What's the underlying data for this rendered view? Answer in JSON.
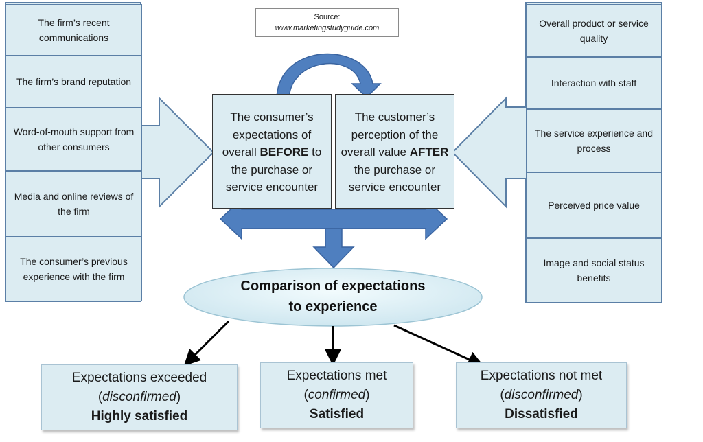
{
  "source": {
    "line1": "Source:",
    "line2": "www.marketingstudyguide.com"
  },
  "left_factors": [
    "The firm’s recent communications",
    "The firm’s brand reputation",
    "Word-of-mouth  support from other consumers",
    "Media and online reviews of the firm",
    "The consumer’s previous experience with the firm"
  ],
  "right_factors": [
    "Overall product or service quality",
    "Interaction with staff",
    "The service experience and process",
    "Perceived price value",
    "Image and social status benefits"
  ],
  "before_box": {
    "pre": "The consumer’s expectations of overall",
    "emphasis": "BEFORE",
    "post": "to the purchase or service encounter"
  },
  "after_box": {
    "pre": "The customer’s perception of the overall value",
    "emphasis": "AFTER",
    "post": "the purchase or service encounter"
  },
  "comparison": {
    "line1": "Comparison of expectations",
    "line2": "to experience"
  },
  "outcomes": [
    {
      "line1": "Expectations exceeded",
      "status": "disconfirmed",
      "result": "Highly satisfied"
    },
    {
      "line1": "Expectations met",
      "status": "confirmed",
      "result": "Satisfied"
    },
    {
      "line1": "Expectations not met",
      "status": "disconfirmed",
      "result": "Dissatisfied"
    }
  ],
  "colors": {
    "box_fill": "#dcecf2",
    "arrow_blue": "#4f7fbf",
    "arrow_outline": "#5b7fa6"
  }
}
